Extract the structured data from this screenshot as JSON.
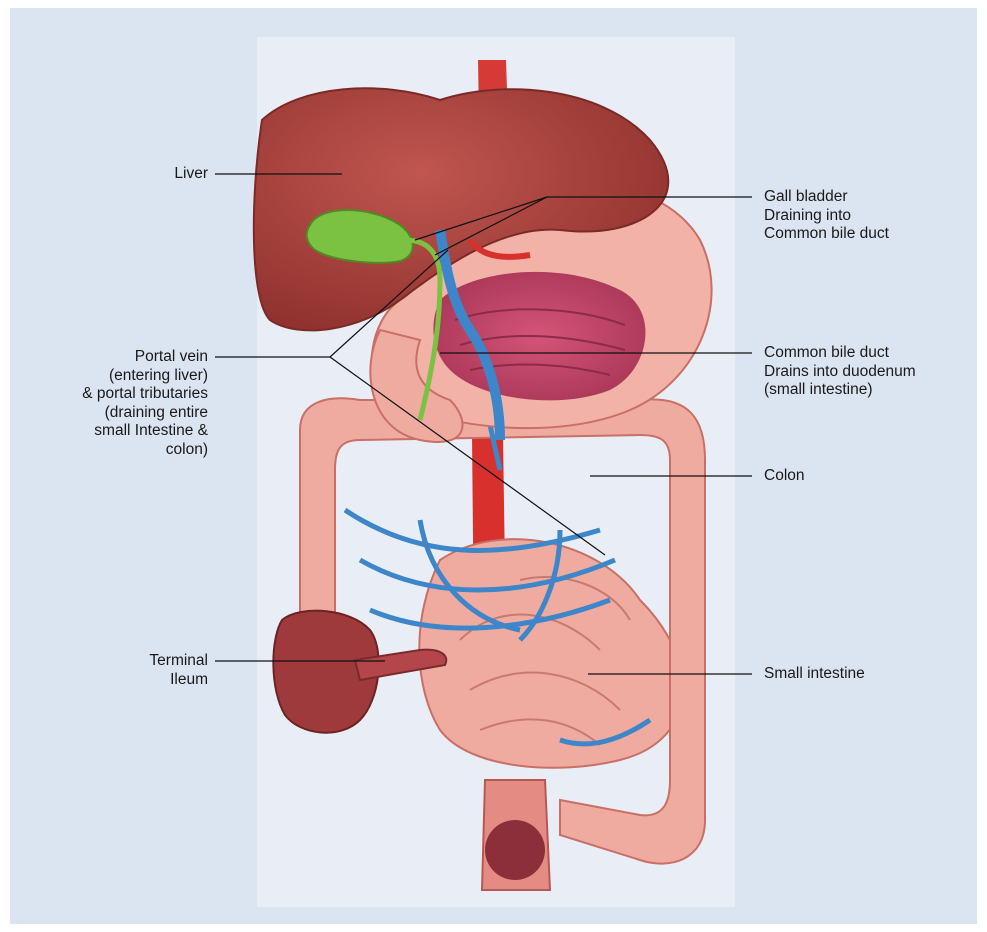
{
  "diagram": {
    "labels": {
      "liver": "Liver",
      "gall_bladder": "Gall bladder\nDraining into\nCommon bile duct",
      "common_bile_duct": "Common bile duct\nDrains into duodenum\n(small intestine)",
      "portal_vein": "Portal vein\n(entering liver)\n& portal tributaries\n(draining entire\nsmall Intestine &\ncolon)",
      "colon": "Colon",
      "terminal_ileum": "Terminal\nIleum",
      "small_intestine": "Small intestine"
    },
    "colors": {
      "background": "#dbe4f1",
      "panel": "#e9eef6",
      "liver": "#a8423d",
      "gall_bladder": "#7cc242",
      "intestine": "#eea49a",
      "artery": "#d8302c",
      "vein": "#3d86c9",
      "pancreas": "#f5c07a",
      "stomach_inner": "#c9456b"
    }
  }
}
